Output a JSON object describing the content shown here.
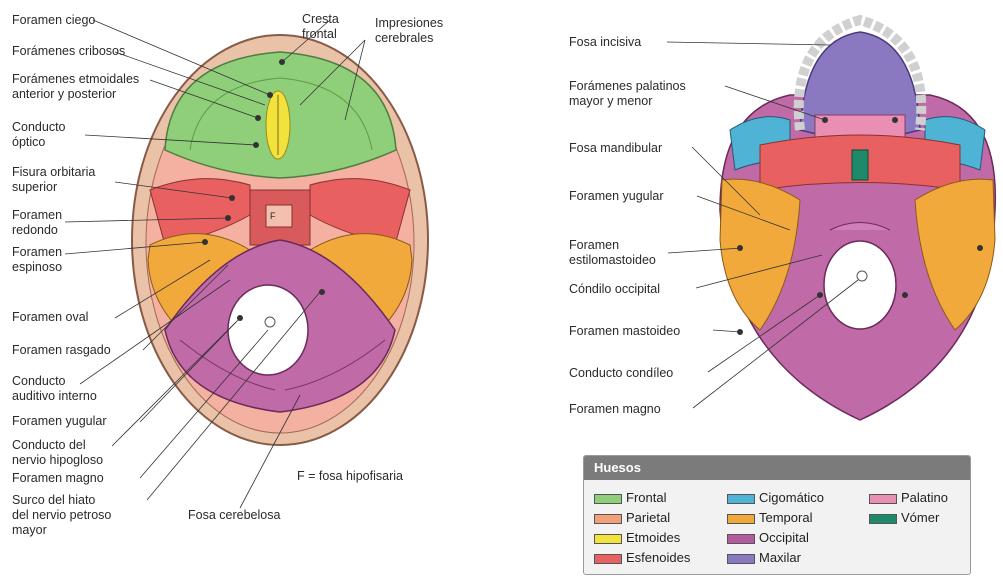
{
  "left_diagram": {
    "labels_left": [
      "Foramen ciego",
      "Forámenes cribosos",
      "Forámenes etmoidales\nanterior y posterior",
      "Conducto\nóptico",
      "Fisura orbitaria\nsuperior",
      "Foramen\nredondo",
      "Foramen\nespinoso",
      "Foramen oval",
      "Foramen rasgado",
      "Conducto\nauditivo interno",
      "Foramen yugular",
      "Conducto del\nnervio hipogloso",
      "Foramen magno",
      "Surco del hiato\ndel nervio petroso\nmayor"
    ],
    "label_cresta": "Cresta\nfrontal",
    "label_impresiones": "Impresiones\ncerebrales",
    "label_f": "F = fosa hipofisaria",
    "label_fosa_cerebelosa": "Fosa cerebelosa",
    "f_marker": "F"
  },
  "right_diagram": {
    "labels": [
      "Fosa incisiva",
      "Forámenes palatinos\nmayor y menor",
      "Fosa mandibular",
      "Foramen yugular",
      "Foramen\nestilomastoideo",
      "Cóndilo occipital",
      "Foramen mastoideo",
      "Conducto condíleo",
      "Foramen magno"
    ]
  },
  "legend": {
    "title": "Huesos",
    "items": [
      {
        "label": "Frontal",
        "color": "#8fcf7a"
      },
      {
        "label": "Parietal",
        "color": "#f0a07a"
      },
      {
        "label": "Etmoides",
        "color": "#f2e23c"
      },
      {
        "label": "Esfenoides",
        "color": "#e86060"
      },
      {
        "label": "Cigomático",
        "color": "#4fb3d6"
      },
      {
        "label": "Temporal",
        "color": "#f2a93b"
      },
      {
        "label": "Occipital",
        "color": "#b45aa0"
      },
      {
        "label": "Maxilar",
        "color": "#8a78c0"
      },
      {
        "label": "Palatino",
        "color": "#e98fb4"
      },
      {
        "label": "Vómer",
        "color": "#1f8a6a"
      }
    ]
  }
}
